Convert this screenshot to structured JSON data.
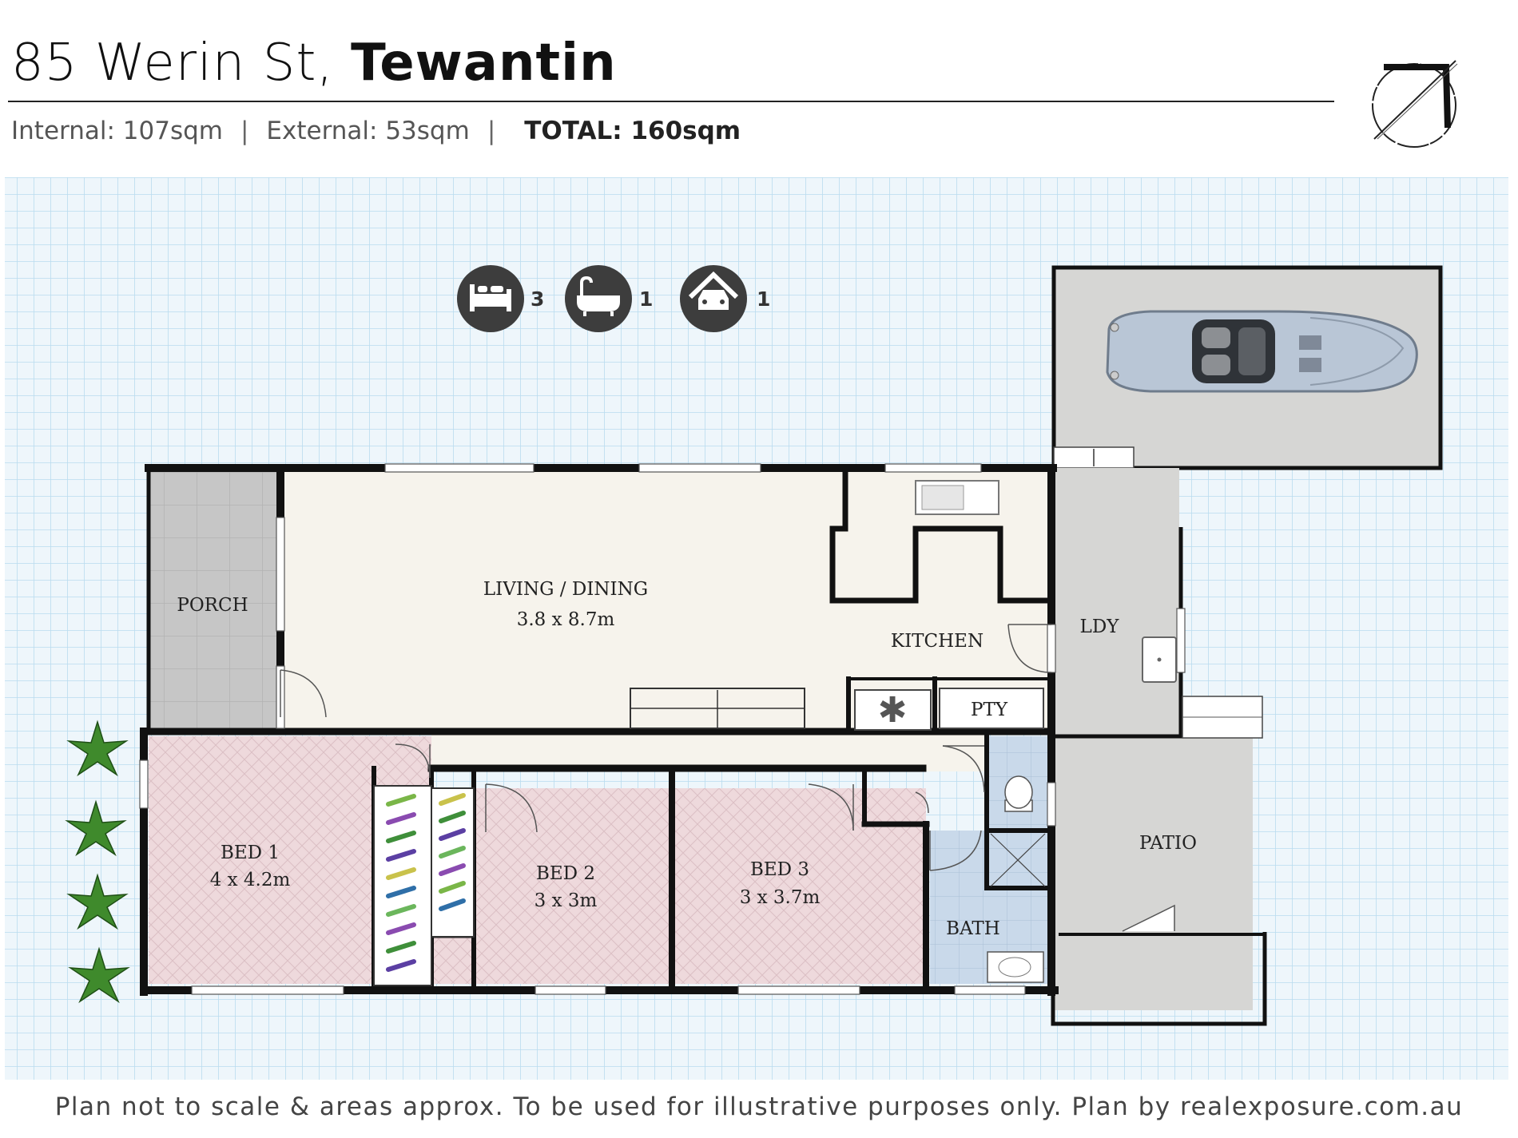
{
  "header": {
    "street": "85 Werin St,",
    "suburb": "Tewantin",
    "internal": "Internal: 107sqm",
    "external": "External: 53sqm",
    "total": "TOTAL: 160sqm",
    "separator": "|"
  },
  "features": {
    "bedrooms": "3",
    "bathrooms": "1",
    "garage": "1",
    "icons": [
      "bed-icon",
      "bath-icon",
      "garage-icon"
    ]
  },
  "rooms": {
    "porch": "PORCH",
    "living": "LIVING / DINING",
    "living_size": "3.8 x 8.7m",
    "kitchen": "KITCHEN",
    "pty": "PTY",
    "ldy": "LDY",
    "patio": "PATIO",
    "bed1": "BED 1",
    "bed1_size": "4 x 4.2m",
    "bed2": "BED 2",
    "bed2_size": "3 x 3m",
    "bed3": "BED 3",
    "bed3_size": "3 x 3.7m",
    "bath": "BATH"
  },
  "colors": {
    "grid_bg": "#eef6fb",
    "grid_line": "#b9dcef",
    "wall": "#111111",
    "living_floor": "#f6f3ec",
    "bed_floor": "#eed9dc",
    "bath_floor": "#c9d9ea",
    "external_floor": "#d6d6d4",
    "porch_floor": "#c6c6c6",
    "feature_circle": "#3d3d3d"
  },
  "footer": "Plan not to scale & areas approx. To be used for illustrative purposes only. Plan by realexposure.com.au"
}
